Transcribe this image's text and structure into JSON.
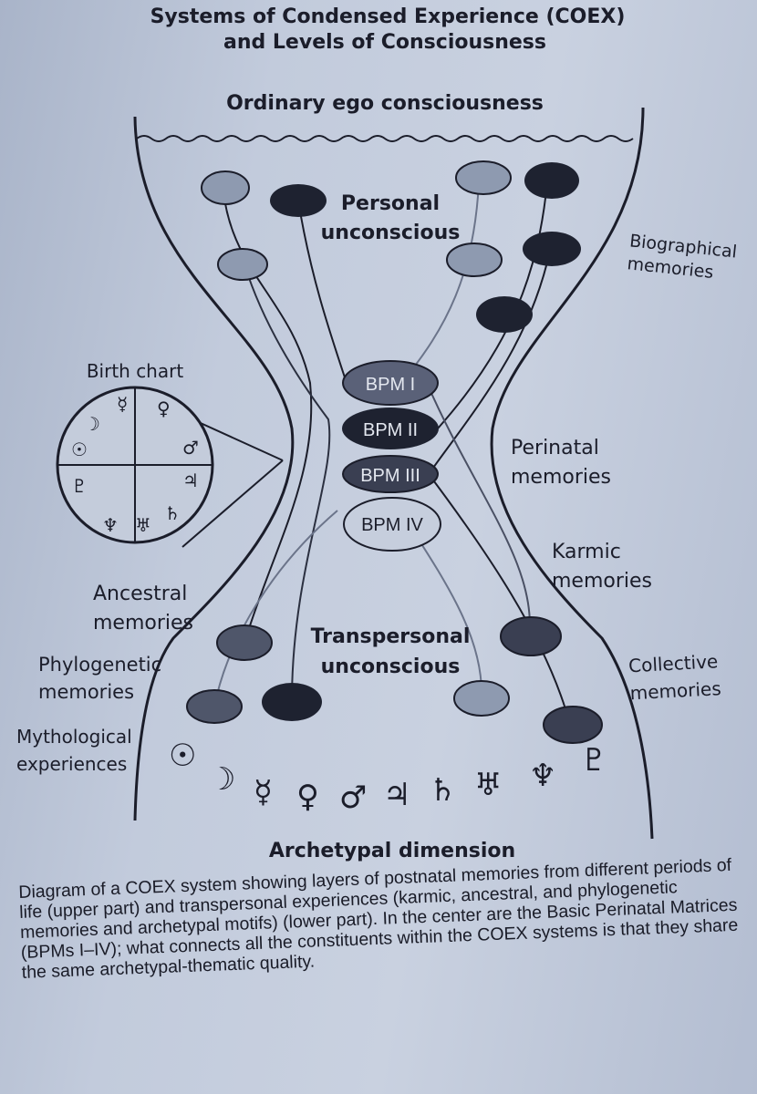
{
  "title_line1": "Systems of Condensed Experience (COEX)",
  "title_line2": "and Levels of Consciousness",
  "ordinary": "Ordinary ego consciousness",
  "personal_unconscious": [
    "Personal",
    "unconscious"
  ],
  "biographical": [
    "Biographical",
    "memories"
  ],
  "birth_chart": "Birth chart",
  "perinatal": [
    "Perinatal",
    "memories"
  ],
  "karmic": [
    "Karmic",
    "memories"
  ],
  "ancestral": [
    "Ancestral",
    "memories"
  ],
  "phylogenetic": [
    "Phylogenetic",
    "memories"
  ],
  "mythological": [
    "Mythological",
    "experiences"
  ],
  "transpersonal": [
    "Transpersonal",
    "unconscious"
  ],
  "collective": [
    "Collective",
    "memories"
  ],
  "archetypal": "Archetypal dimension",
  "bpm": [
    "BPM I",
    "BPM II",
    "BPM III",
    "BPM IV"
  ],
  "planet_glyphs": [
    "☉",
    "☽",
    "☿",
    "♀",
    "♂",
    "♃",
    "♄",
    "♅",
    "♆",
    "♇"
  ],
  "chart_glyphs": {
    "mercury": "☿",
    "venus": "♀",
    "moon": "☽",
    "mars": "♂",
    "sun": "☉",
    "jupiter": "♃",
    "pluto": "♇",
    "saturn": "♄",
    "neptune": "♆",
    "uranus": "♅"
  },
  "caption": "Diagram of a COEX system showing layers of postnatal memories from different periods of life (upper part) and transpersonal experiences (karmic, ancestral, and phylogenetic memories and archetypal motifs) (lower part). In the center are the Basic Perinatal Matrices (BPMs I–IV); what connects all the constituents within the COEX systems is that they share the same archetypal-thematic quality.",
  "colors": {
    "light_node": "#8e9ab0",
    "dark_node": "#1e2230",
    "mid_node": "#4a5064",
    "line": "#1b1d2a"
  }
}
